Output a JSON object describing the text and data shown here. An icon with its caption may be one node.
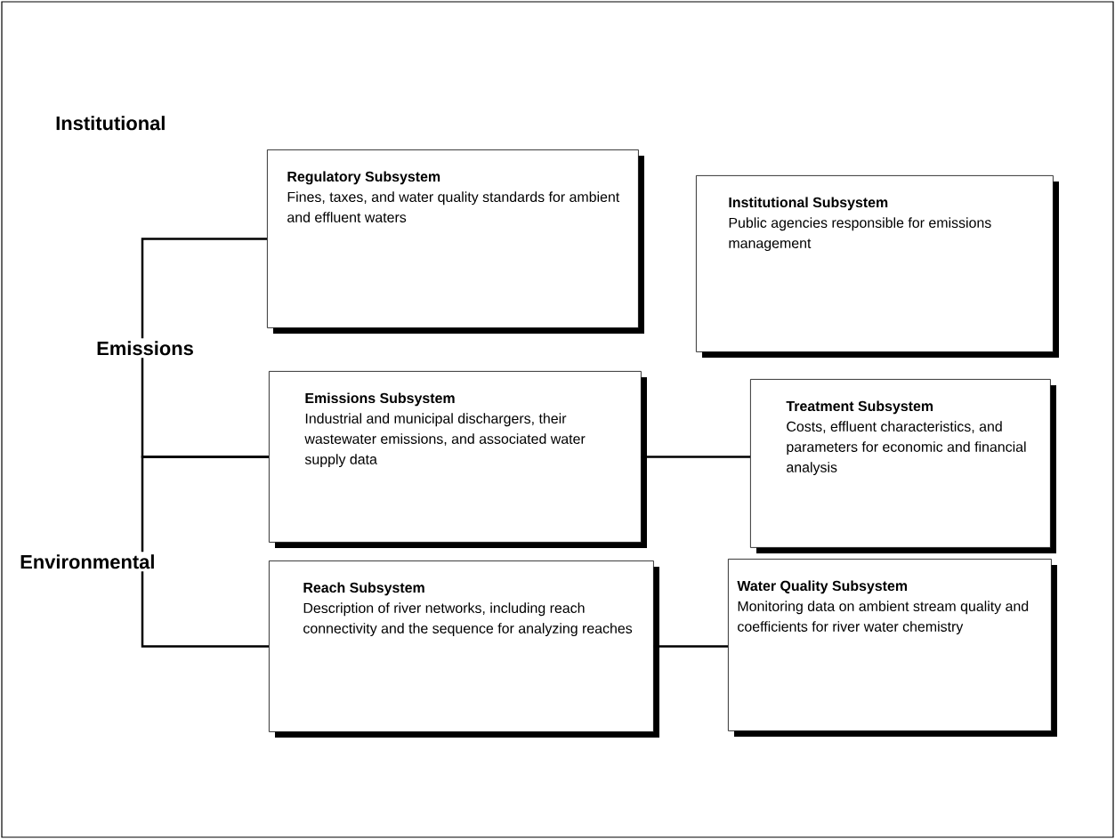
{
  "diagram": {
    "nodes": [
      {
        "text": [
          "Regulatory Subsystem",
          "Fines, taxes, and water quality standards for ambient and effluent waters"
        ]
      },
      {
        "text": [
          "Institutional Subsystem",
          "Public agencies responsible for emissions management"
        ]
      },
      {
        "text": [
          "Emissions Subsystem",
          "Industrial and municipal dischargers, their wastewater emissions, and associated water supply data"
        ]
      },
      {
        "text": [
          "Treatment Subsystem",
          "Costs, effluent characteristics, and parameters for economic and financial analysis"
        ]
      },
      {
        "text": [
          "Reach Subsystem",
          "Description of river networks, including reach connectivity and the sequence for analyzing reaches"
        ]
      },
      {
        "text": [
          "Water Quality Subsystem",
          "Monitoring data on ambient stream quality and coefficients for river water chemistry"
        ]
      }
    ],
    "edges": [
      {
        "from": 0,
        "to": 2,
        "arrow": "none"
      },
      {
        "from": 2,
        "to": 4,
        "arrow": "none"
      },
      {
        "from": 2,
        "to": 3,
        "arrow": "none"
      },
      {
        "from": 4,
        "to": 5,
        "arrow": "none"
      }
    ],
    "labels": [
      "Institutional",
      "Emissions",
      "Environmental"
    ]
  }
}
